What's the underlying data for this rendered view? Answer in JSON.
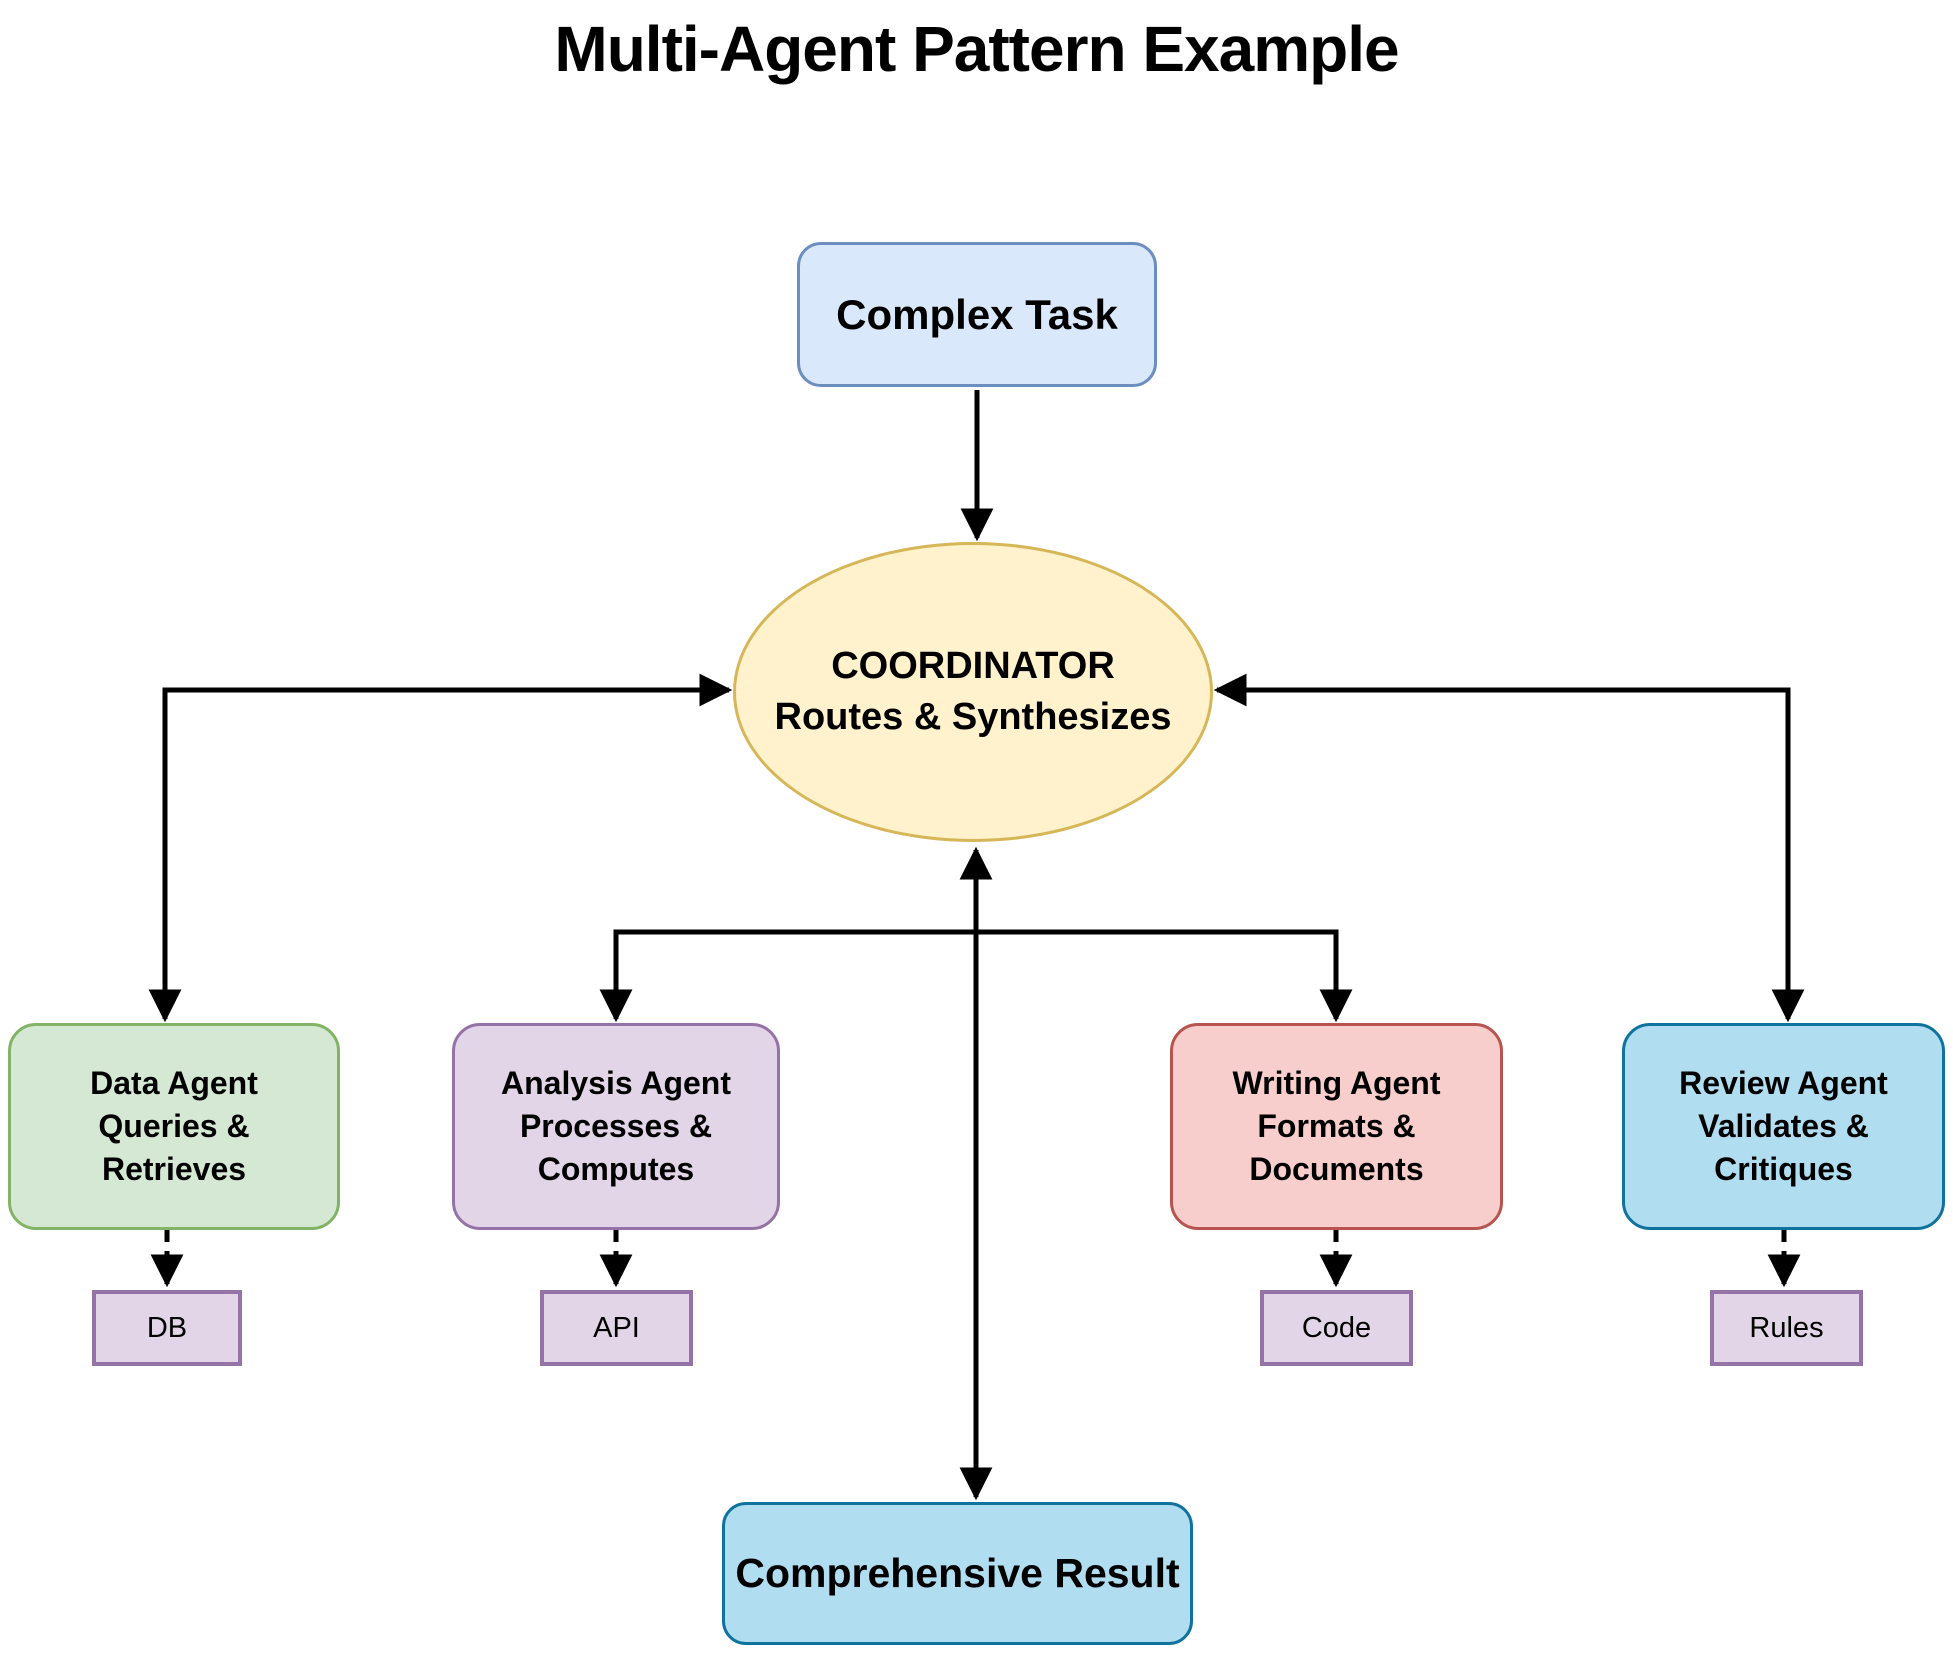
{
  "title": "Multi-Agent Pattern Example",
  "diagram": {
    "type": "flowchart",
    "line_color": "#000000",
    "background": "#ffffff",
    "nodes": {
      "complex_task": {
        "label": "Complex Task",
        "shape": "rounded-rect",
        "fill": "#dae8fc",
        "stroke": "#6c8ebf"
      },
      "coordinator": {
        "lines": [
          "COORDINATOR",
          "Routes & Synthesizes"
        ],
        "shape": "ellipse",
        "fill": "#fff2cc",
        "stroke": "#d6b656"
      },
      "data_agent": {
        "lines": [
          "Data Agent",
          "Queries &",
          "Retrieves"
        ],
        "shape": "rounded-rect",
        "fill": "#d5e8d4",
        "stroke": "#82b366"
      },
      "analysis_agent": {
        "lines": [
          "Analysis Agent",
          "Processes &",
          "Computes"
        ],
        "shape": "rounded-rect",
        "fill": "#e1d5e7",
        "stroke": "#9673a6"
      },
      "writing_agent": {
        "lines": [
          "Writing Agent",
          "Formats &",
          "Documents"
        ],
        "shape": "rounded-rect",
        "fill": "#f8cecc",
        "stroke": "#b85450"
      },
      "review_agent": {
        "lines": [
          "Review Agent",
          "Validates &",
          "Critiques"
        ],
        "shape": "rounded-rect",
        "fill": "#b1ddf0",
        "stroke": "#10739e"
      },
      "db_store": {
        "label": "DB",
        "shape": "rect",
        "fill": "#e1d5e7",
        "stroke": "#9673a6"
      },
      "api_store": {
        "label": "API",
        "shape": "rect",
        "fill": "#e1d5e7",
        "stroke": "#9673a6"
      },
      "code_store": {
        "label": "Code",
        "shape": "rect",
        "fill": "#e1d5e7",
        "stroke": "#9673a6"
      },
      "rules_store": {
        "label": "Rules",
        "shape": "rect",
        "fill": "#e1d5e7",
        "stroke": "#9673a6"
      },
      "result": {
        "label": "Comprehensive Result",
        "shape": "rounded-rect",
        "fill": "#b1ddf0",
        "stroke": "#10739e"
      }
    },
    "edges": [
      {
        "from": "complex_task",
        "to": "coordinator",
        "style": "solid",
        "arrows": "to"
      },
      {
        "from": "data_agent",
        "to": "coordinator",
        "style": "solid",
        "arrows": "both"
      },
      {
        "from": "review_agent",
        "to": "coordinator",
        "style": "solid",
        "arrows": "both"
      },
      {
        "from": "coordinator",
        "to": "analysis_agent",
        "style": "solid",
        "arrows": "to"
      },
      {
        "from": "coordinator",
        "to": "writing_agent",
        "style": "solid",
        "arrows": "to"
      },
      {
        "from": "agents_branch",
        "to": "coordinator",
        "style": "solid",
        "arrows": "to"
      },
      {
        "from": "coordinator",
        "to": "result",
        "style": "solid",
        "arrows": "to"
      },
      {
        "from": "data_agent",
        "to": "db_store",
        "style": "dashed",
        "arrows": "to"
      },
      {
        "from": "analysis_agent",
        "to": "api_store",
        "style": "dashed",
        "arrows": "to"
      },
      {
        "from": "writing_agent",
        "to": "code_store",
        "style": "dashed",
        "arrows": "to"
      },
      {
        "from": "review_agent",
        "to": "rules_store",
        "style": "dashed",
        "arrows": "to"
      }
    ]
  }
}
